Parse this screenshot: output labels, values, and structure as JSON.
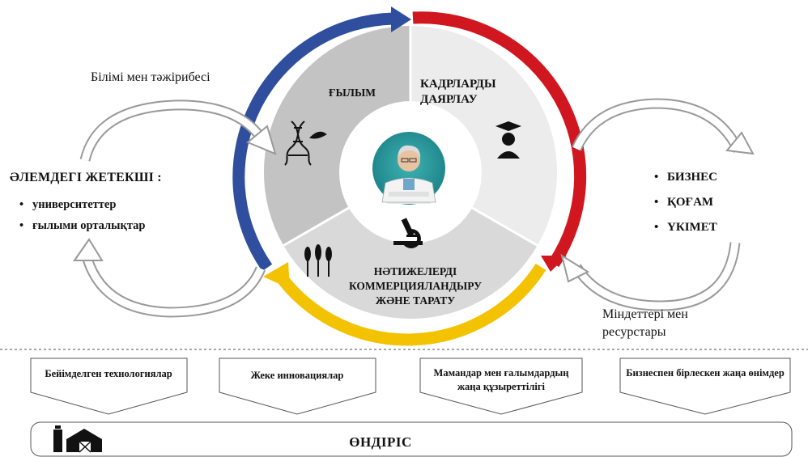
{
  "left_panel": {
    "title": "ӘЛЕМДЕГІ ЖЕТЕКШІ :",
    "items": [
      "университеттер",
      "ғылыми орталықтар"
    ],
    "arrow_caption": "Білімі мен тәжірибесі"
  },
  "right_panel": {
    "items": [
      "БИЗНЕС",
      "ҚОҒАМ",
      "ҮКІМЕТ"
    ],
    "arrow_caption": "Міндеттері мен ресурстары"
  },
  "cycle": {
    "segments": [
      {
        "label": "ҒЫЛЫМ",
        "icon": "dna-plant-icon",
        "arc_color": "#2f4f9e",
        "fill": "#c3c3c3"
      },
      {
        "label": "КАДРЛАРДЫ ДАЯРЛАУ",
        "icon": "graduate-icon",
        "arc_color": "#d0161e",
        "fill": "#ececec"
      },
      {
        "label": "НӘТИЖЕЛЕРДІ КОММЕРЦИЯЛАНДЫРУ ЖӘНЕ ТАРАТУ",
        "icon": "wheat-icon",
        "arc_color": "#f3c200",
        "fill": "#d9d9d9"
      }
    ],
    "center_icons": [
      "scientist-icon",
      "microscope-icon"
    ]
  },
  "outputs": [
    "Бейімделген технологиялар",
    "Жеке инновациялар",
    "Мамандар мен ғалымдардың жаңа құзыреттілігі",
    "Бизнеспен бірлескен жаңа өнімдер"
  ],
  "production": {
    "label": "ӨНДІРІС",
    "icon": "factory-icon"
  }
}
